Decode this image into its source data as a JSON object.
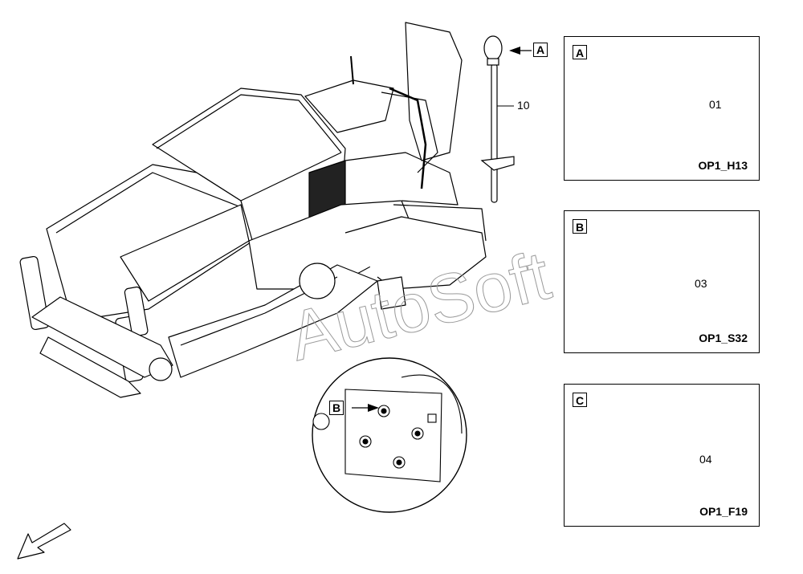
{
  "main_view": {
    "callout_a": "A",
    "callout_beacon_part": "10",
    "watermark": "AutoSoft"
  },
  "detail_view": {
    "callout_b": "B"
  },
  "boxes": [
    {
      "letter": "A",
      "part": "01",
      "code": "OP1_H13"
    },
    {
      "letter": "B",
      "part": "03",
      "code": "OP1_S32"
    },
    {
      "letter": "C",
      "part": "04",
      "code": "OP1_F19"
    }
  ]
}
